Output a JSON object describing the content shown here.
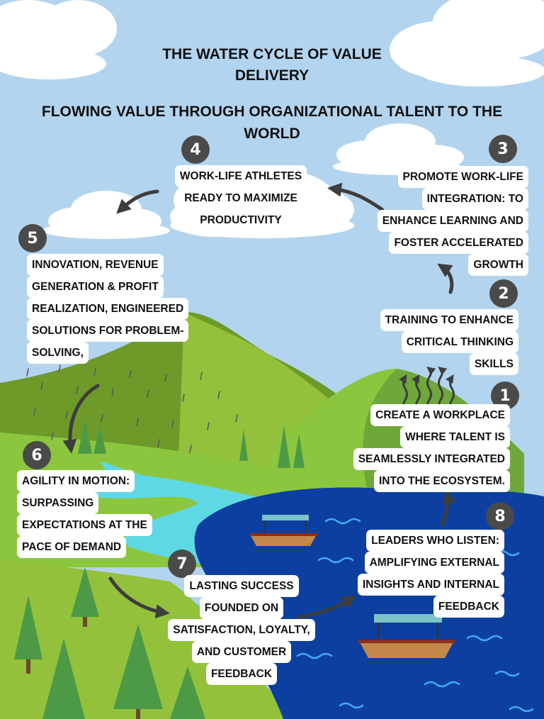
{
  "title": {
    "line1": "THE WATER CYCLE OF VALUE",
    "line2": "DELIVERY"
  },
  "subtitle": {
    "line1": "FLOWING VALUE THROUGH ORGANIZATIONAL TALENT TO THE",
    "line2": "WORLD"
  },
  "steps": [
    {
      "number": "1",
      "lines": [
        "CREATE A WORKPLACE",
        "WHERE TALENT IS",
        "SEAMLESSLY INTEGRATED",
        "INTO THE ECOSYSTEM."
      ]
    },
    {
      "number": "2",
      "lines": [
        "TRAINING TO ENHANCE",
        "CRITICAL THINKING",
        "SKILLS"
      ]
    },
    {
      "number": "3",
      "lines": [
        "PROMOTE WORK-LIFE",
        "INTEGRATION: TO",
        "ENHANCE LEARNING AND",
        "FOSTER ACCELERATED",
        "GROWTH"
      ]
    },
    {
      "number": "4",
      "lines": [
        "WORK-LIFE ATHLETES",
        "READY TO MAXIMIZE",
        "PRODUCTIVITY"
      ]
    },
    {
      "number": "5",
      "lines": [
        "INNOVATION, REVENUE",
        "GENERATION & PROFIT",
        "REALIZATION, ENGINEERED",
        "SOLUTIONS FOR PROBLEM-",
        "SOLVING,"
      ]
    },
    {
      "number": "6",
      "lines": [
        "AGILITY IN MOTION:",
        "SURPASSING",
        "EXPECTATIONS AT THE",
        "PACE OF DEMAND"
      ]
    },
    {
      "number": "7",
      "lines": [
        "LASTING SUCCESS",
        "FOUNDED ON",
        "SATISFACTION, LOYALTY,",
        "AND CUSTOMER",
        "FEEDBACK"
      ]
    },
    {
      "number": "8",
      "lines": [
        "LEADERS WHO LISTEN:",
        "AMPLIFYING EXTERNAL",
        "INSIGHTS AND INTERNAL",
        "FEEDBACK"
      ]
    }
  ],
  "colors": {
    "sky": "#b3d4ef",
    "cloud": "#ffffff",
    "mountain_dark": "#6e9a2a",
    "mountain_light": "#93c13b",
    "grass": "#8cc63f",
    "river": "#5fd8e6",
    "lake": "#0c3fa0",
    "tree": "#4c9a45",
    "badge": "#4a4a4a",
    "arrow": "#3d3d3d"
  }
}
